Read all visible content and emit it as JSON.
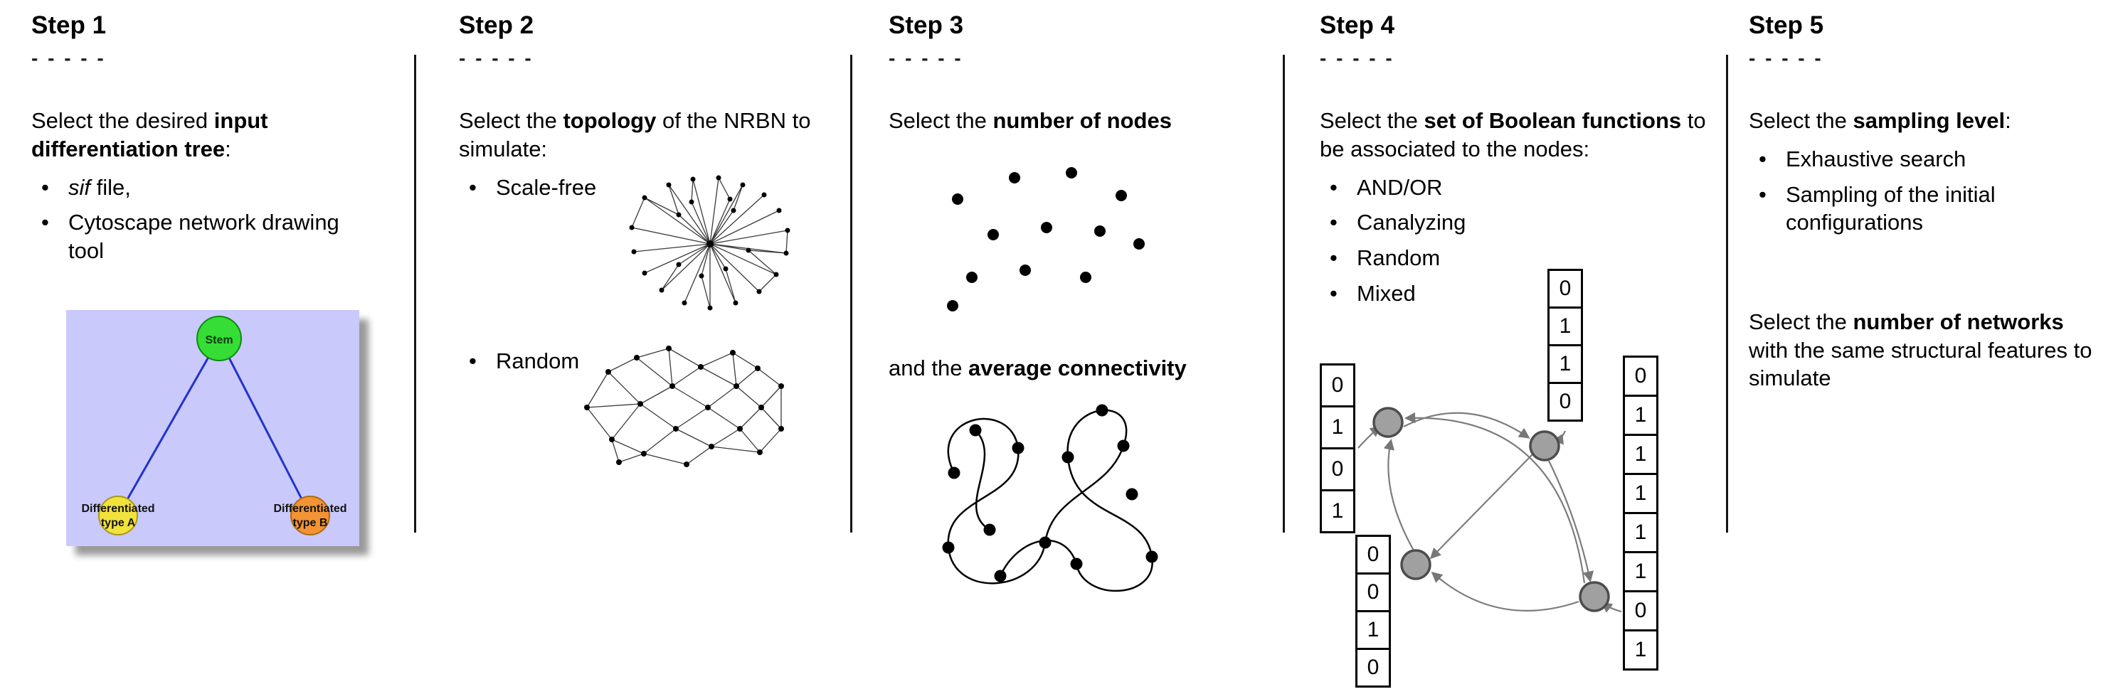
{
  "figure": {
    "background": "#ffffff",
    "divider_color": "#151515"
  },
  "steps": [
    {
      "title": "Step 1",
      "dashes": "- - - - -",
      "intro": [
        {
          "t": "Select the desired "
        },
        {
          "t": "input differentiation tree",
          "b": true
        },
        {
          "t": ":"
        }
      ],
      "bullets": [
        [
          {
            "t": "sif",
            "i": true
          },
          {
            "t": " file,"
          }
        ],
        [
          {
            "t": "Cytoscape network drawing tool"
          }
        ]
      ],
      "tree": {
        "root_label": "Stem",
        "left_label_line1": "Differentiated",
        "left_label_line2": "type A",
        "right_label_line1": "Differentiated",
        "right_label_line2": "type B",
        "colors": {
          "panel": "#c9c9fb",
          "root_node": "#35dd35",
          "left_node": "#f2e23c",
          "right_node": "#f29433",
          "edge": "#2233cc"
        }
      }
    },
    {
      "title": "Step 2",
      "dashes": "- - - - -",
      "intro": [
        {
          "t": "Select the "
        },
        {
          "t": "topology",
          "b": true
        },
        {
          "t": " of the NRBN to simulate:"
        }
      ],
      "bullets": [
        [
          {
            "t": "Scale-free"
          }
        ],
        [
          {
            "t": "Random"
          }
        ]
      ]
    },
    {
      "title": "Step 3",
      "dashes": "- - - - -",
      "intro": [
        {
          "t": "Select the "
        },
        {
          "t": "number of nodes",
          "b": true
        }
      ],
      "mid": [
        {
          "t": "and the "
        },
        {
          "t": "average connectivity",
          "b": true
        }
      ]
    },
    {
      "title": "Step 4",
      "dashes": "- - - - -",
      "intro": [
        {
          "t": "Select the "
        },
        {
          "t": "set of Boolean functions",
          "b": true
        },
        {
          "t": " to be associated to the nodes:"
        }
      ],
      "bullets": [
        [
          {
            "t": "AND/OR"
          }
        ],
        [
          {
            "t": "Canalyzing"
          }
        ],
        [
          {
            "t": "Random"
          }
        ],
        [
          {
            "t": "Mixed"
          }
        ]
      ],
      "bit_columns": {
        "left": [
          "0",
          "1",
          "0",
          "1"
        ],
        "top": [
          "0",
          "1",
          "1",
          "0"
        ],
        "right": [
          "0",
          "1",
          "1",
          "1",
          "1",
          "1",
          "0",
          "1"
        ],
        "bottom": [
          "0",
          "0",
          "1",
          "0"
        ]
      }
    },
    {
      "title": "Step 5",
      "dashes": "- - - - -",
      "intro": [
        {
          "t": "Select the "
        },
        {
          "t": "sampling level",
          "b": true
        },
        {
          "t": ":"
        }
      ],
      "bullets": [
        [
          {
            "t": "Exhaustive search"
          }
        ],
        [
          {
            "t": "Sampling of the initial configurations"
          }
        ]
      ],
      "outro": [
        {
          "t": "Select the "
        },
        {
          "t": "number of networks",
          "b": true
        },
        {
          "t": " with the same structural features to simulate"
        }
      ]
    }
  ]
}
